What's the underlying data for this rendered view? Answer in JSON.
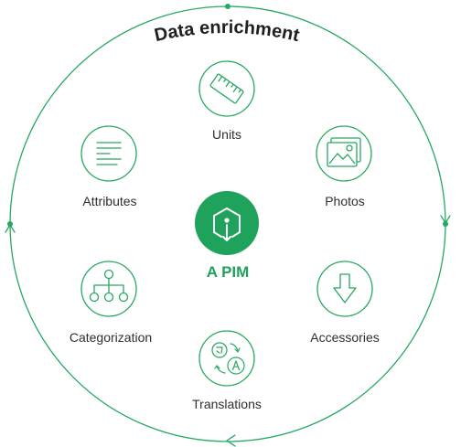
{
  "colors": {
    "accent": "#1fa35c",
    "ring": "#27a862",
    "text": "#2e2e2e"
  },
  "title": "Data enrichment",
  "center": {
    "label": "A PIM",
    "icon": "pim-cube-icon"
  },
  "nodes": [
    {
      "id": "units",
      "label": "Units",
      "icon": "ruler-icon"
    },
    {
      "id": "photos",
      "label": "Photos",
      "icon": "image-icon"
    },
    {
      "id": "accessories",
      "label": "Accessories",
      "icon": "download-arrow-icon"
    },
    {
      "id": "translations",
      "label": "Translations",
      "icon": "translate-icon"
    },
    {
      "id": "categorization",
      "label": "Categorization",
      "icon": "hierarchy-icon"
    },
    {
      "id": "attributes",
      "label": "Attributes",
      "icon": "list-lines-icon"
    }
  ]
}
